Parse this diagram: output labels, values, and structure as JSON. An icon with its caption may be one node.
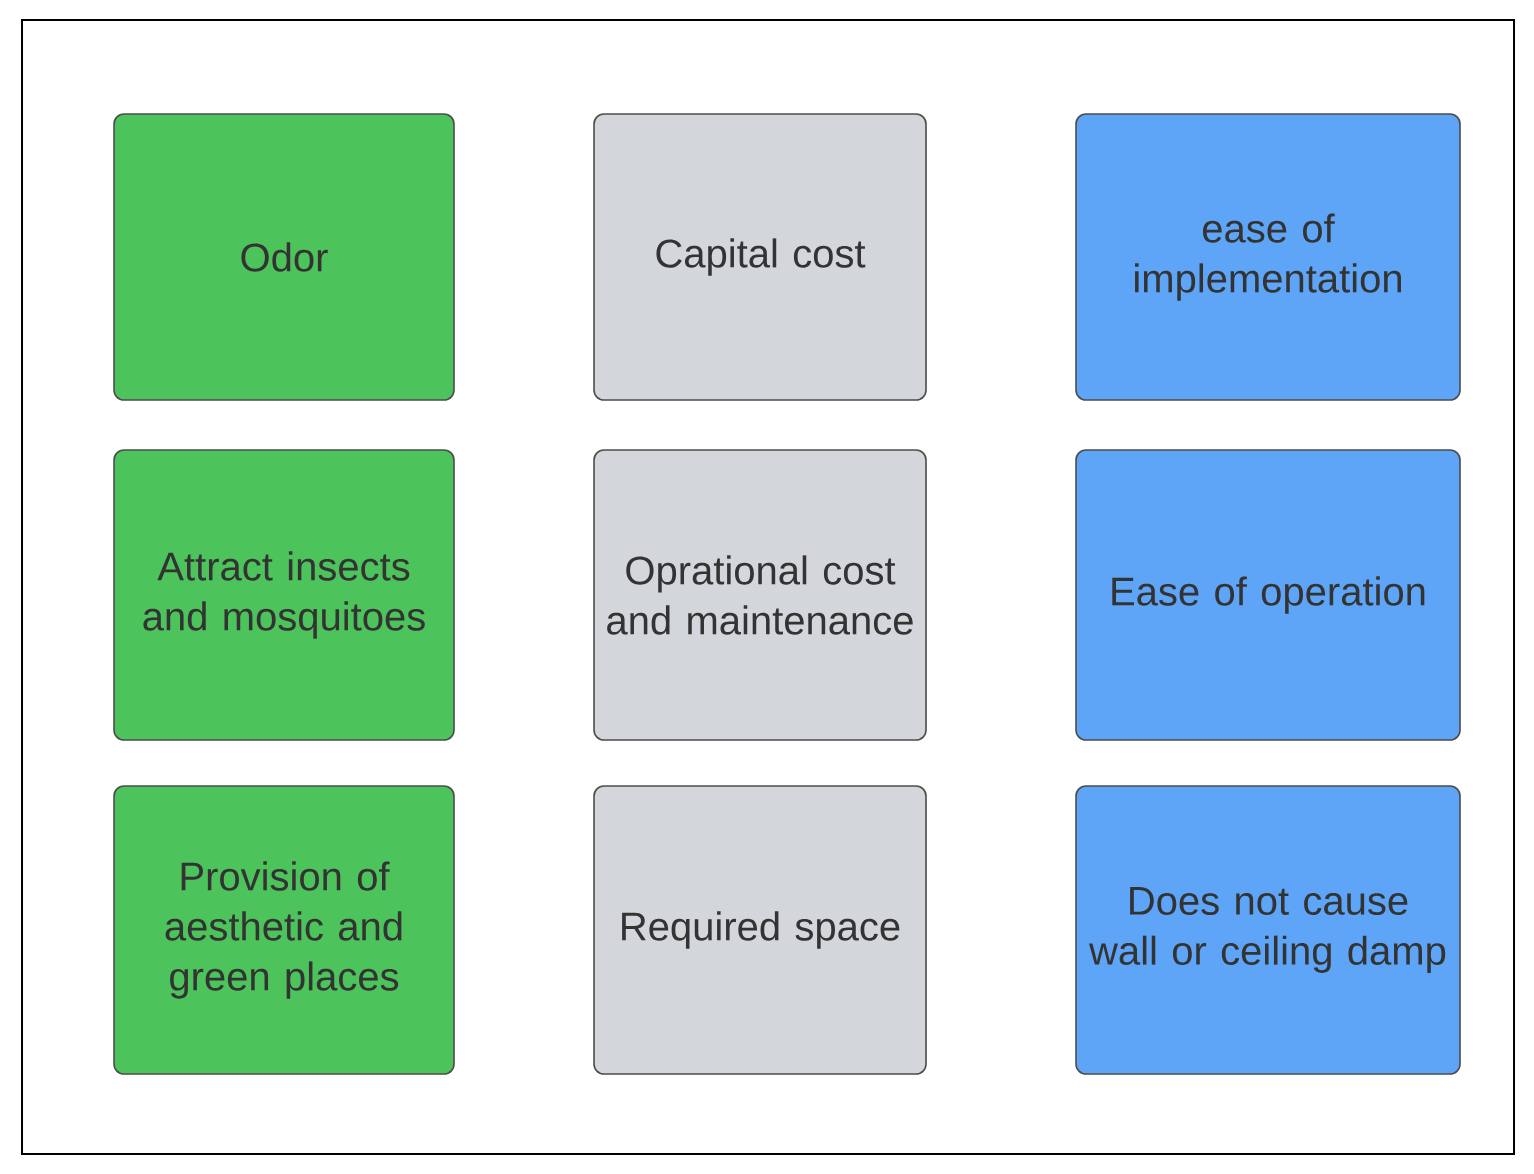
{
  "diagram": {
    "nodes": [
      {
        "text": [
          "Odor"
        ]
      },
      {
        "text": [
          "Capital cost"
        ]
      },
      {
        "text": [
          "ease of implementation"
        ]
      },
      {
        "text": [
          "Attract insects and mosquitoes"
        ]
      },
      {
        "text": [
          "Oprational cost and maintenance"
        ]
      },
      {
        "text": [
          "Ease of operation"
        ]
      },
      {
        "text": [
          "Provision of aesthetic and green places"
        ]
      },
      {
        "text": [
          "Required space"
        ]
      },
      {
        "text": [
          "Does not cause wall or ceiling damp"
        ]
      }
    ]
  }
}
